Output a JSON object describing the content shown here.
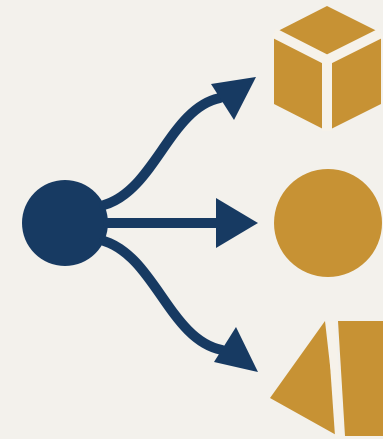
{
  "diagram": {
    "source_node": {
      "icon": "source-node-circle-icon",
      "color": "#173a62"
    },
    "edges": [
      {
        "icon": "branch-arrow-up-icon",
        "target": "cube"
      },
      {
        "icon": "branch-arrow-straight-icon",
        "target": "sphere"
      },
      {
        "icon": "branch-arrow-down-icon",
        "target": "pyramid"
      }
    ],
    "targets": [
      {
        "id": "cube",
        "icon": "cube-icon",
        "color": "#c79234"
      },
      {
        "id": "sphere",
        "icon": "sphere-icon",
        "color": "#c79234"
      },
      {
        "id": "pyramid",
        "icon": "pyramid-icon",
        "color": "#c79234"
      }
    ],
    "colors": {
      "background": "#f3f1ec",
      "navy": "#173a62",
      "gold": "#c79234",
      "highlight": "#f6f2ea"
    }
  }
}
